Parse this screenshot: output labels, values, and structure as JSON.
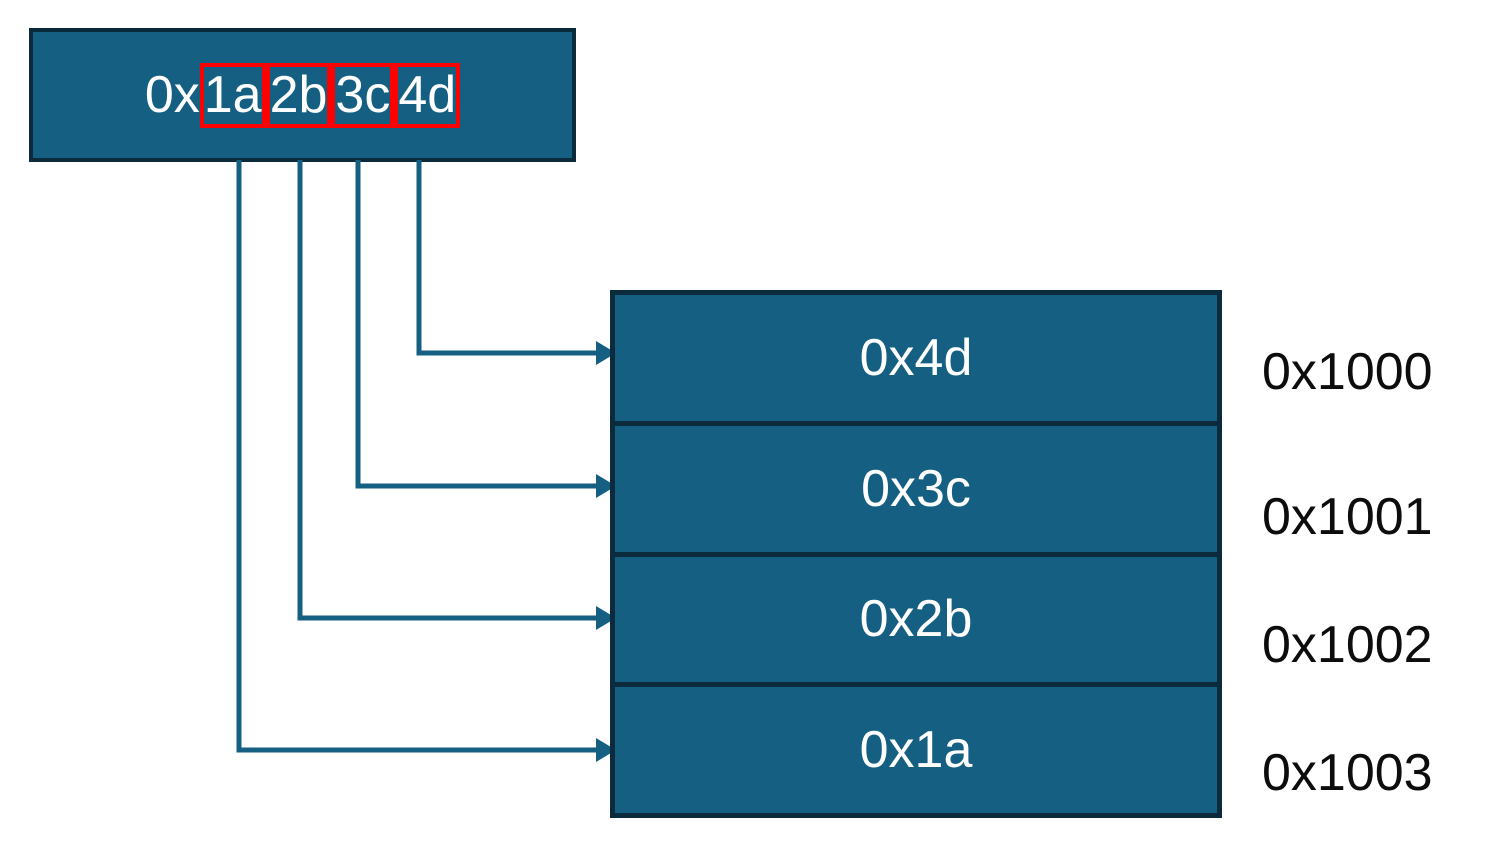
{
  "colors": {
    "background": "#ffffff",
    "shape_fill": "#156082",
    "shape_border": "#0b2a3b",
    "highlight": "#ff0000",
    "arrow": "#156082",
    "value_text": "#ffffff",
    "address_text": "#0d0d0d"
  },
  "register": {
    "full_value": "0x1a2b3c4d",
    "prefix": "0x",
    "bytes": [
      "1a",
      "2b",
      "3c",
      "4d"
    ]
  },
  "memory": {
    "cells": [
      {
        "value": "0x4d",
        "address": "0x1000"
      },
      {
        "value": "0x3c",
        "address": "0x1001"
      },
      {
        "value": "0x2b",
        "address": "0x1002"
      },
      {
        "value": "0x1a",
        "address": "0x1003"
      }
    ]
  },
  "arrows": [
    {
      "from_byte": "4d",
      "to_address": "0x1000"
    },
    {
      "from_byte": "3c",
      "to_address": "0x1001"
    },
    {
      "from_byte": "2b",
      "to_address": "0x1002"
    },
    {
      "from_byte": "1a",
      "to_address": "0x1003"
    }
  ]
}
